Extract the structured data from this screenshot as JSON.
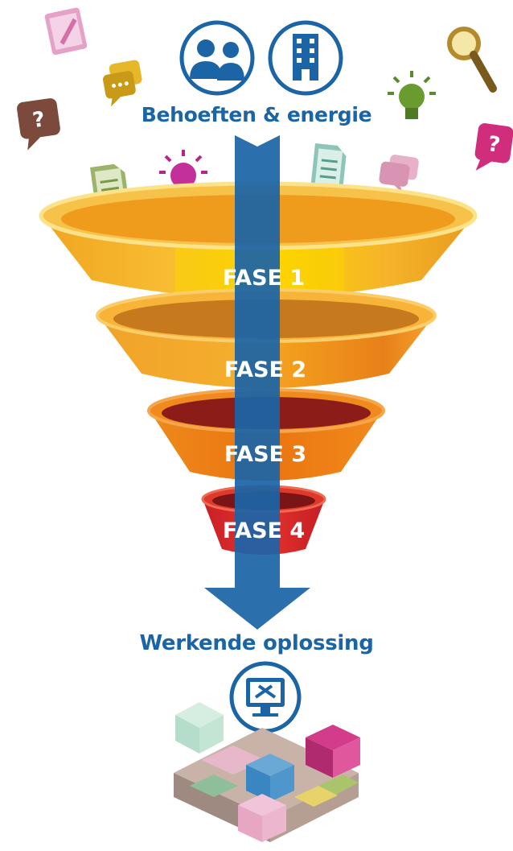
{
  "top_label": "Behoeften & energie",
  "bottom_label": "Werkende oplossing",
  "phases": [
    {
      "label": "FASE 1",
      "color": "#f6b829"
    },
    {
      "label": "FASE 2",
      "color": "#f29a1c"
    },
    {
      "label": "FASE 3",
      "color": "#ea7410"
    },
    {
      "label": "FASE 4",
      "color": "#d9262a"
    }
  ],
  "colors": {
    "arrow": "#1b64a6",
    "text_blue": "#1b64a6",
    "phase_highlight": "#fcd400"
  },
  "icons": [
    "people-icon",
    "building-icon",
    "note-pencil-icon",
    "chat-bubbles-icon",
    "question-bubble-icon",
    "document-icon",
    "lightbulb-icon",
    "magnifier-icon",
    "monitor-tools-icon",
    "cubes-icon"
  ]
}
